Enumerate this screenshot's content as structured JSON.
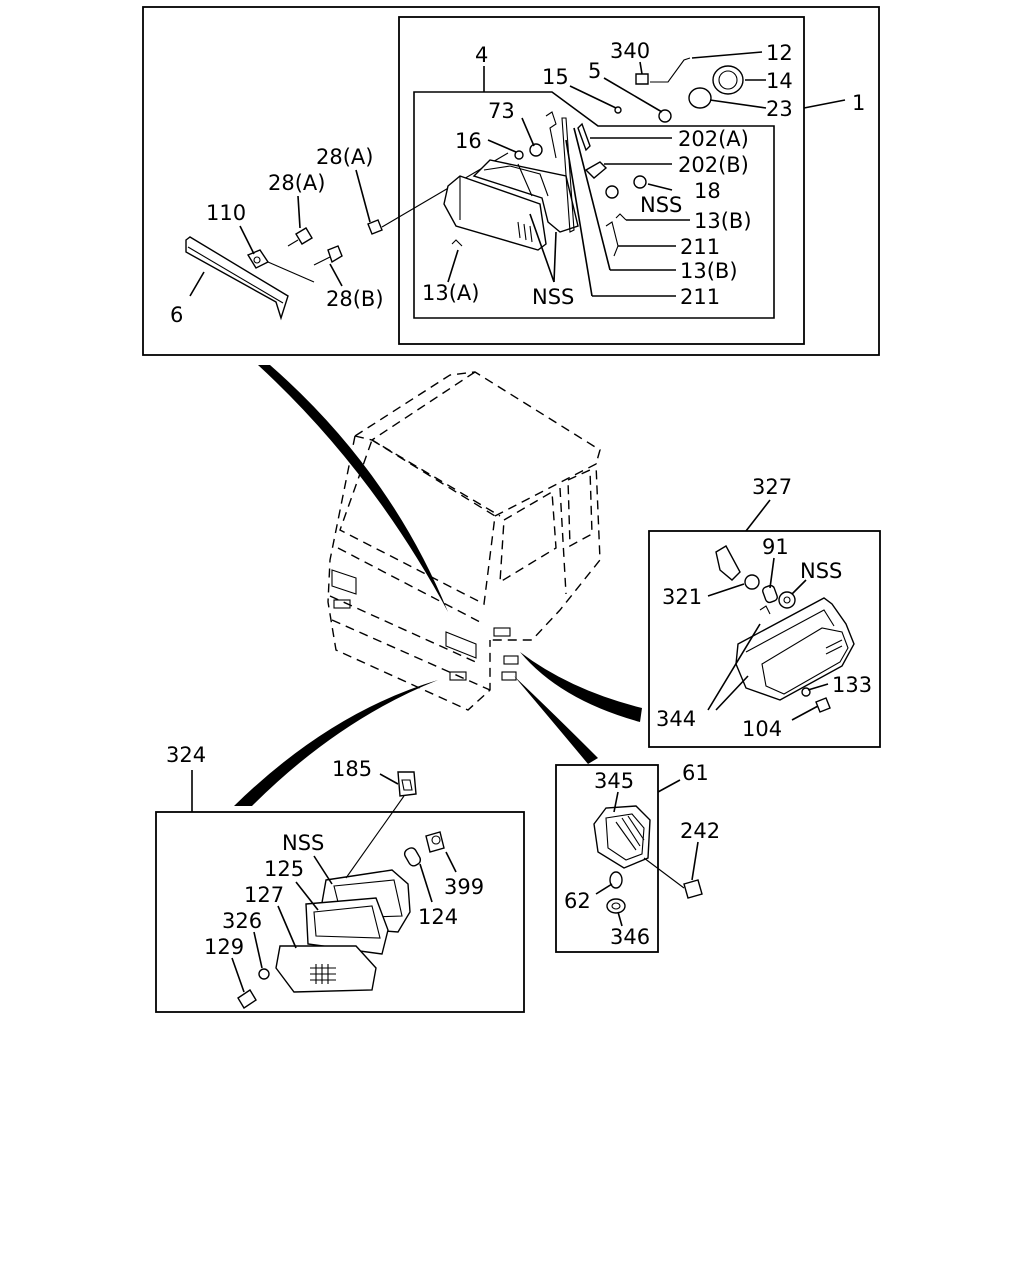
{
  "callouts": {
    "c1": "1",
    "c4": "4",
    "c340": "340",
    "c12": "12",
    "c15": "15",
    "c5": "5",
    "c14": "14",
    "c23": "23",
    "c73": "73",
    "c16": "16",
    "c202a": "202(A)",
    "c202b": "202(B)",
    "c18": "18",
    "c_nss_a": "NSS",
    "c13b_1": "13(B)",
    "c211_1": "211",
    "c13b_2": "13(B)",
    "c211_2": "211",
    "c13a": "13(A)",
    "c_nss_b": "NSS",
    "c28a_1": "28(A)",
    "c28a_2": "28(A)",
    "c110": "110",
    "c28b": "28(B)",
    "c6": "6",
    "c327": "327",
    "c91": "91",
    "c_nss_c": "NSS",
    "c321": "321",
    "c133": "133",
    "c344": "344",
    "c104": "104",
    "c324": "324",
    "c185": "185",
    "c_nss_d": "NSS",
    "c125": "125",
    "c127": "127",
    "c326": "326",
    "c129": "129",
    "c399": "399",
    "c124": "124",
    "c61": "61",
    "c345": "345",
    "c242": "242",
    "c62": "62",
    "c346": "346"
  }
}
